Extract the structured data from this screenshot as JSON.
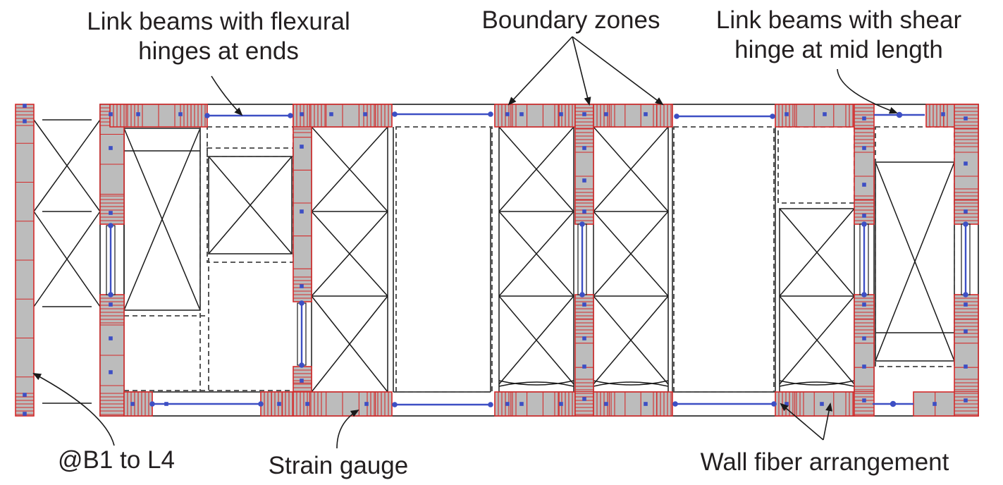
{
  "labels": {
    "link_flexural_1": "Link beams with flexural",
    "link_flexural_2": "hinges at ends",
    "boundary_zones": "Boundary zones",
    "link_shear_1": "Link beams with shear",
    "link_shear_2": "hinge at mid length",
    "b1_l4": "@B1 to L4",
    "strain_gauge": "Strain gauge",
    "wall_fiber": "Wall fiber arrangement"
  },
  "colors": {
    "wall_fill": "#bcbcbc",
    "wall_edge": "#d42a2a",
    "link_beam": "#3d4fc4",
    "line": "#1a1a1a",
    "dashed": "#444444"
  }
}
